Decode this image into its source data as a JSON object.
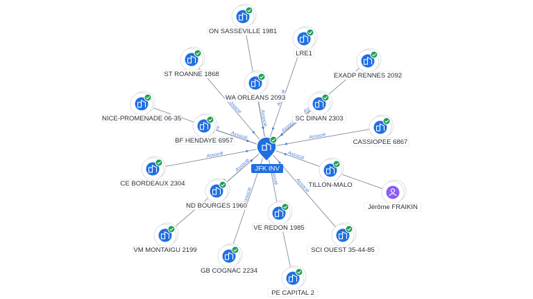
{
  "colors": {
    "accent": "#1f6fe0",
    "check": "#1f9d55",
    "person": "#8b5cf6",
    "edge": "#8a94a6",
    "edge_label": "#4a7bd6"
  },
  "center": {
    "label": "JFK INV",
    "icon": "building-icon"
  },
  "edge_label": "Associé",
  "nodes": [
    {
      "id": "sasseville",
      "label": "ON SASSEVILLE 1981",
      "icon": "building-icon",
      "verified": true
    },
    {
      "id": "lre1",
      "label": "LRE1",
      "icon": "building-icon",
      "verified": true
    },
    {
      "id": "exadp",
      "label": "EXADP RENNES 2092",
      "icon": "building-icon",
      "verified": true
    },
    {
      "id": "roanne",
      "label": "ST ROANNE 1868",
      "icon": "building-icon",
      "verified": true
    },
    {
      "id": "orleans",
      "label": "WA ORLEANS 2093",
      "icon": "building-icon",
      "verified": true
    },
    {
      "id": "nice",
      "label": "NICE-PROMENADE 06-35",
      "icon": "building-icon",
      "verified": true
    },
    {
      "id": "dinan",
      "label": "SC DINAN 2303",
      "icon": "building-icon",
      "verified": true
    },
    {
      "id": "hendaye",
      "label": "BF HENDAYE 6957",
      "icon": "building-icon",
      "verified": true
    },
    {
      "id": "cassiopee",
      "label": "CASSIOPEE 6867",
      "icon": "building-icon",
      "verified": true
    },
    {
      "id": "bordeaux",
      "label": "CE BORDEAUX 2304",
      "icon": "building-icon",
      "verified": true
    },
    {
      "id": "tillon",
      "label": "TILLON-MALO",
      "icon": "building-icon",
      "verified": true
    },
    {
      "id": "bourges",
      "label": "ND BOURGES 1960",
      "icon": "building-icon",
      "verified": true
    },
    {
      "id": "fraikin",
      "label": "Jérôme FRAIKIN",
      "icon": "person-icon",
      "verified": false
    },
    {
      "id": "redon",
      "label": "VE REDON 1985",
      "icon": "building-icon",
      "verified": true
    },
    {
      "id": "montaigu",
      "label": "VM MONTAIGU 2199",
      "icon": "building-icon",
      "verified": true
    },
    {
      "id": "ouest",
      "label": "SCI OUEST 35-44-85",
      "icon": "building-icon",
      "verified": true
    },
    {
      "id": "cognac",
      "label": "GB COGNAC 2234",
      "icon": "building-icon",
      "verified": true
    },
    {
      "id": "capital2",
      "label": "PE CAPITAL 2",
      "icon": "building-icon",
      "verified": true
    }
  ],
  "edges": [
    {
      "from": "center",
      "to": "sasseville"
    },
    {
      "from": "center",
      "to": "lre1"
    },
    {
      "from": "center",
      "to": "exadp"
    },
    {
      "from": "center",
      "to": "roanne"
    },
    {
      "from": "center",
      "to": "orleans"
    },
    {
      "from": "center",
      "to": "nice"
    },
    {
      "from": "center",
      "to": "dinan"
    },
    {
      "from": "center",
      "to": "hendaye"
    },
    {
      "from": "center",
      "to": "cassiopee"
    },
    {
      "from": "center",
      "to": "bordeaux"
    },
    {
      "from": "center",
      "to": "tillon"
    },
    {
      "from": "center",
      "to": "bourges"
    },
    {
      "from": "center",
      "to": "redon"
    },
    {
      "from": "center",
      "to": "montaigu"
    },
    {
      "from": "center",
      "to": "ouest"
    },
    {
      "from": "center",
      "to": "cognac"
    },
    {
      "from": "redon",
      "to": "capital2"
    },
    {
      "from": "tillon",
      "to": "fraikin"
    }
  ]
}
